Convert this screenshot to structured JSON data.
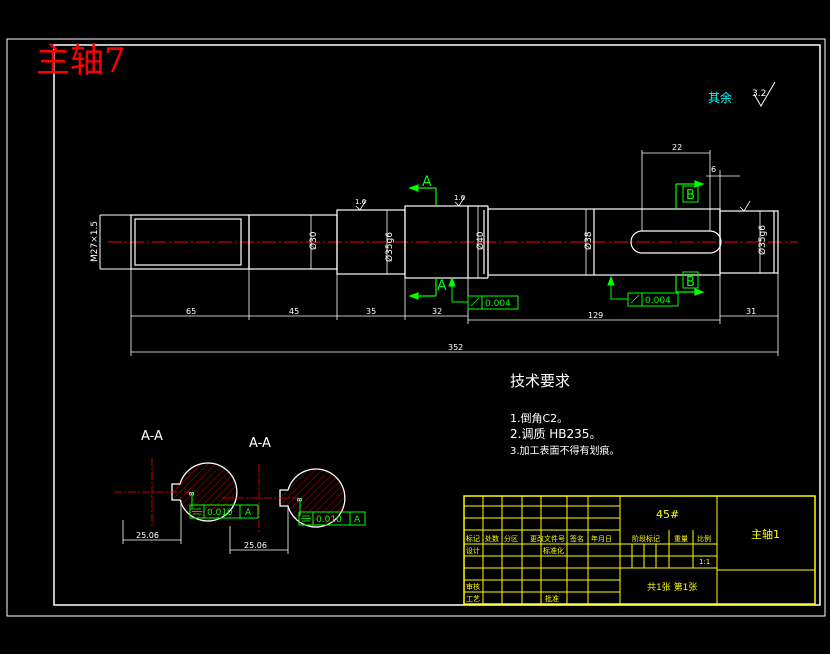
{
  "drawing": {
    "title": "主轴7",
    "roughness_note": "其余",
    "roughness_value": "3.2"
  },
  "dimensions": {
    "thread": "M27×1.5",
    "d_30": "Ø30",
    "d_35_fit": "Ø35g6",
    "d_40": "Ø40",
    "d_38": "Ø38",
    "d_35_end": "Ø35g6",
    "len_65": "65",
    "len_45": "45",
    "len_35": "35",
    "len_32": "32",
    "len_129": "129",
    "len_31": "31",
    "total_352": "352",
    "key_len_22": "22",
    "key_depth_6": "6",
    "section_dia_a": "25.06",
    "section_dia_b": "25.06",
    "section_key_a": "8",
    "section_key_b": "8",
    "rough_1": "1.6",
    "rough_2": "1.6"
  },
  "sections": {
    "a_label": "A",
    "b_label": "B",
    "aa_label": "A-A",
    "bb_label": "A-A"
  },
  "tolerances": {
    "runout_1": "0.004",
    "runout_2": "0.004",
    "sym_1": "0.010",
    "sym_2": "0.010",
    "datum_a": "A",
    "datum_b": "A"
  },
  "tech": {
    "heading": "技术要求",
    "item1": "1.倒角C2。",
    "item2": "2.调质 HB235。",
    "item3": "3.加工表面不得有划痕。"
  },
  "title_block": {
    "material": "45#",
    "part_name": "主轴1",
    "scale": "1:1",
    "sheet": "共1张 第1张",
    "c_mark": "标记",
    "c_count": "处数",
    "c_zone": "分区",
    "c_docno": "更改文件号",
    "c_sign": "签名",
    "c_date": "年月日",
    "c_design": "设计",
    "c_std": "标准化",
    "c_check": "审核",
    "c_process": "工艺",
    "c_approve": "批准",
    "c_stage": "阶段标记",
    "c_weight": "重量",
    "c_ratio": "比例"
  },
  "colors": {
    "outline": "#ffffff",
    "center": "#ff0000",
    "dimension": "#00ff00",
    "title_block": "#ffff00",
    "accent": "#00ffff",
    "title": "#ff0000"
  }
}
